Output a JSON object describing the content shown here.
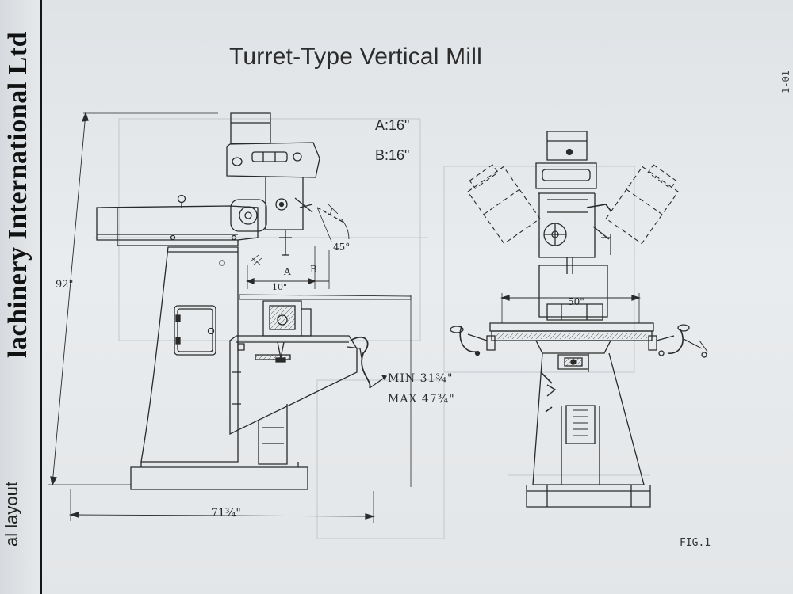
{
  "sidebar": {
    "company": "lachinery International Ltd",
    "section": "al layout"
  },
  "edge_code": "1-01",
  "diagram": {
    "title": "Turret-Type Vertical Mill",
    "specs": {
      "a": "A:16\"",
      "b": "B:16\""
    },
    "dimensions": {
      "overall_height": "92\"",
      "a": "A",
      "b": "B",
      "head_tilt": "45°",
      "ram_reach": "10\"",
      "min_height": "MIN 31¾\"",
      "max_height": "MAX 47¾\"",
      "overall_width": "71¾\"",
      "table_length": "50\""
    },
    "figure": "FIG.1"
  },
  "colors": {
    "ink": "#2a2a2a",
    "paper": "#e6e9eb",
    "spine_rule": "#161616"
  }
}
